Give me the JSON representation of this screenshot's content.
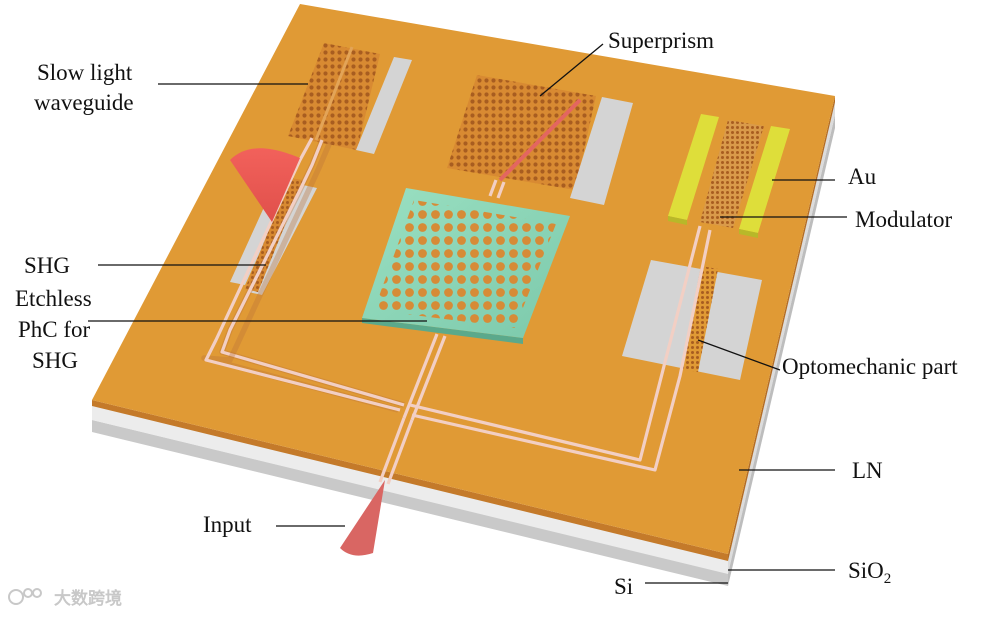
{
  "labels": {
    "slow_light_1": "Slow light",
    "slow_light_2": "waveguide",
    "superprism": "Superprism",
    "au": "Au",
    "modulator": "Modulator",
    "shg": "SHG",
    "etchless_1": "Etchless",
    "etchless_2": "PhC for",
    "etchless_3": "SHG",
    "optomechanic": "Optomechanic part",
    "ln": "LN",
    "input": "Input",
    "sio2_main": "SiO",
    "sio2_sub": "2",
    "si": "Si"
  },
  "watermark": "大数跨境",
  "colors": {
    "ln_top": "#e09a35",
    "ln_edge": "#c07427",
    "sio2": "#ebebeb",
    "si": "#c9c9c9",
    "waveguide": "#f2cfc4",
    "electrode_au": "#dede3a",
    "pad_gray": "#d4d4d4",
    "phc_teal": "#8fd6b8",
    "beam_red": "#e85a55",
    "input_red": "#d96663"
  }
}
